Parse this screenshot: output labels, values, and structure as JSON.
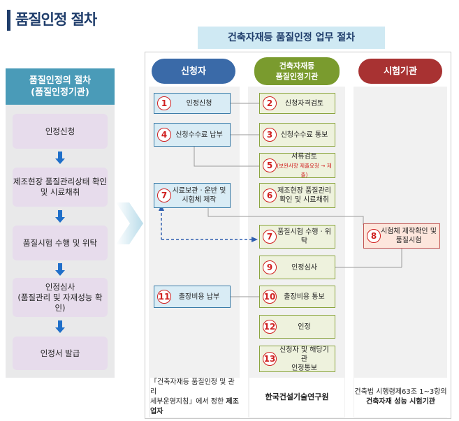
{
  "page_title": "품질인정 절차",
  "left_panel": {
    "header_line1": "품질인정의 절차",
    "header_line2": "(품질인정기관)",
    "steps": [
      {
        "line1": "인정신청",
        "line2": ""
      },
      {
        "line1": "제조현장 품질관리상태 확인",
        "line2": "및 시료채취"
      },
      {
        "line1": "품질시험 수행 및 위탁",
        "line2": ""
      },
      {
        "line1": "인정심사",
        "line2": "(품질관리 및 자재성능 확인)"
      },
      {
        "line1": "인정서 발급",
        "line2": ""
      }
    ]
  },
  "right_panel": {
    "header": "건축자재등 품질인정 업무 절차",
    "columns": [
      {
        "line1": "신청자",
        "line2": "",
        "color": "#3a6aa8"
      },
      {
        "line1": "건축자재등",
        "line2": "품질인정기관",
        "color": "#7a9b2e"
      },
      {
        "line1": "시험기관",
        "line2": "",
        "color": "#a83232"
      }
    ],
    "applicant_boxes": [
      {
        "num": "1",
        "text": "인정신청",
        "text2": ""
      },
      {
        "num": "4",
        "text": "신청수수료 납부",
        "text2": ""
      },
      {
        "num": "7",
        "text": "시료보관ㆍ운반 및",
        "text2": "시험체 제작"
      },
      {
        "num": "11",
        "text": "출장비용 납부",
        "text2": ""
      }
    ],
    "agency_boxes": [
      {
        "num": "2",
        "text": "신청자격검토",
        "text2": "",
        "sub": ""
      },
      {
        "num": "3",
        "text": "신청수수료 통보",
        "text2": "",
        "sub": ""
      },
      {
        "num": "5",
        "text": "서류검토",
        "text2": "",
        "sub": "(보완사항 제출요청 → 제출)"
      },
      {
        "num": "6",
        "text": "제조현장 품질관리",
        "text2": "확인 및 시료채취",
        "sub": ""
      },
      {
        "num": "7",
        "text": "품질시험 수행ㆍ위탁",
        "text2": "",
        "sub": ""
      },
      {
        "num": "9",
        "text": "인정심사",
        "text2": "",
        "sub": ""
      },
      {
        "num": "10",
        "text": "출장비용 통보",
        "text2": "",
        "sub": ""
      },
      {
        "num": "12",
        "text": "인정",
        "text2": "",
        "sub": ""
      },
      {
        "num": "13",
        "text": "신청자 및 해당기관",
        "text2": "인정통보",
        "sub": ""
      }
    ],
    "lab_boxes": [
      {
        "num": "8",
        "text": "시험체 제작확인 및",
        "text2": "품질시험"
      }
    ],
    "footers": {
      "applicant_line1": "「건축자재등 품질인정 및 관리",
      "applicant_line2": "세부운영지침」에서 정한",
      "applicant_bold": "제조",
      "applicant_line3": "업자",
      "agency": "한국건설기술연구원",
      "lab_line1": "건축법 시행령제63조 1~3항의",
      "lab_line2": "건축자재 성능 시험기관"
    }
  }
}
